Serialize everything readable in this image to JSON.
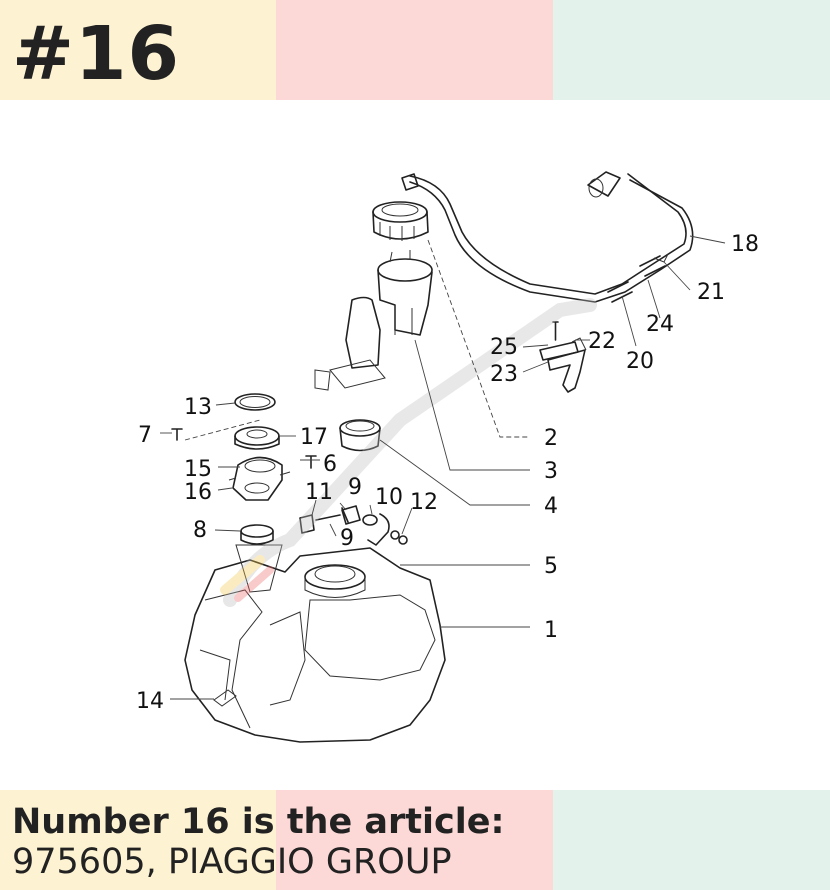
{
  "header": {
    "title": "#16"
  },
  "footer": {
    "line1": "Number 16 is the article:",
    "line2": "975605, PIAGGIO GROUP"
  },
  "colors": {
    "band_yellow": "#fdf3d3",
    "band_pink": "#fcd9d7",
    "band_mint": "#e3f3ec",
    "ink": "#222222"
  },
  "callouts": {
    "n1": "1",
    "n2": "2",
    "n3": "3",
    "n4": "4",
    "n5": "5",
    "n6": "6",
    "n7": "7",
    "n8": "8",
    "n9a": "9",
    "n9b": "9",
    "n10": "10",
    "n11": "11",
    "n12": "12",
    "n13": "13",
    "n14": "14",
    "n15": "15",
    "n16": "16",
    "n17": "17",
    "n18": "18",
    "n20": "20",
    "n21": "21",
    "n22": "22",
    "n23": "23",
    "n24": "24",
    "n25": "25"
  }
}
